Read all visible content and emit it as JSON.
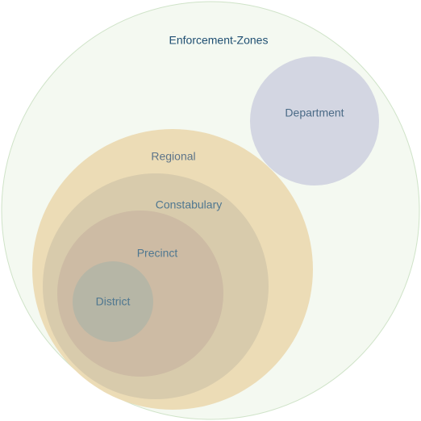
{
  "diagram": {
    "type": "circle-packing",
    "colors": {
      "background": "#ffffff",
      "root_fill": "#f4f9f1",
      "root_stroke": "#cfe3c8",
      "root_label": "#1f4f72",
      "department_fill": "#d3d6e2",
      "department_label": "#4a6a86",
      "regional_fill": "#ecdcb6",
      "regional_label": "#5d7489",
      "constabulary_fill": "#d8cbac",
      "constabulary_label": "#4f7790",
      "precinct_fill": "#cdbba4",
      "precinct_label": "#4f7790",
      "district_fill": "#b6b6a6",
      "district_label": "#4f7790"
    },
    "nodes": {
      "root": {
        "label": "Enforcement-Zones"
      },
      "department": {
        "label": "Department"
      },
      "regional": {
        "label": "Regional"
      },
      "constabulary": {
        "label": "Constabulary"
      },
      "precinct": {
        "label": "Precinct"
      },
      "district": {
        "label": "District"
      }
    }
  }
}
